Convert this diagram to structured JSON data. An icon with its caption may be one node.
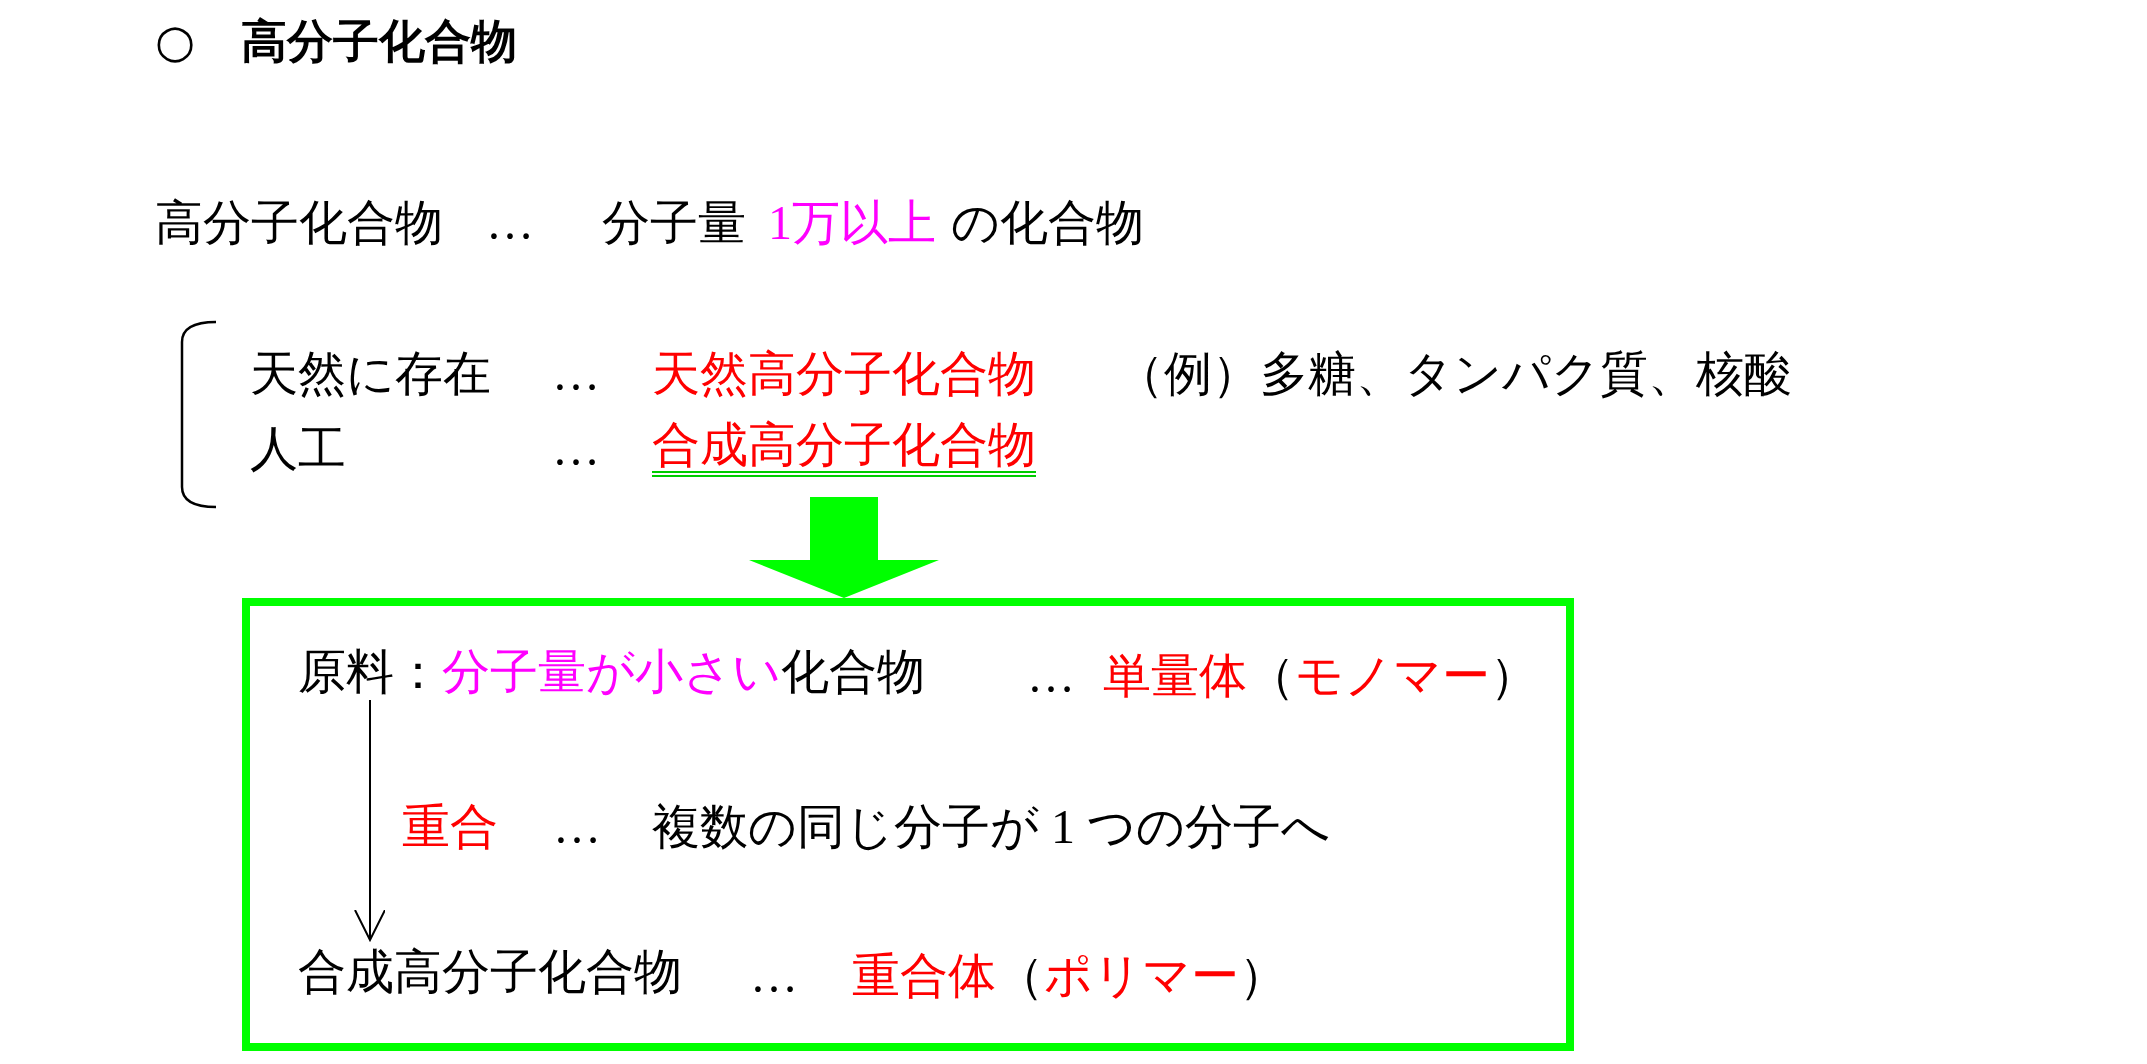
{
  "diagram": {
    "title": "○　高分子化合物",
    "nodes": [
      {
        "text": [
          "合成高分子化合物"
        ]
      },
      {
        "text": [],
        "shape": "box"
      },
      {
        "text": [
          "原料：",
          "分子量が小さい",
          "化合物"
        ],
        "in": 1
      },
      {
        "text": [
          "合成高分子化合物"
        ],
        "in": 1
      }
    ],
    "edges": [
      {
        "from": 0,
        "to": 1,
        "arrow": "to",
        "style": "thick",
        "color": "#00ff00"
      },
      {
        "from": 2,
        "to": 3,
        "arrow": "to",
        "color": "#000000"
      }
    ],
    "labels": [
      "高分子化合物",
      "…",
      "分子量",
      "1万以上",
      "の化合物",
      "天然に存在",
      "…",
      "天然高分子化合物",
      "（例）多糖、タンパク質、核酸",
      "人工",
      "…",
      "…",
      "単量体（モノマー）",
      "重合",
      "…",
      "複数の同じ分子が 1 つの分子へ",
      "…",
      "重合体（ポリマー）"
    ]
  }
}
